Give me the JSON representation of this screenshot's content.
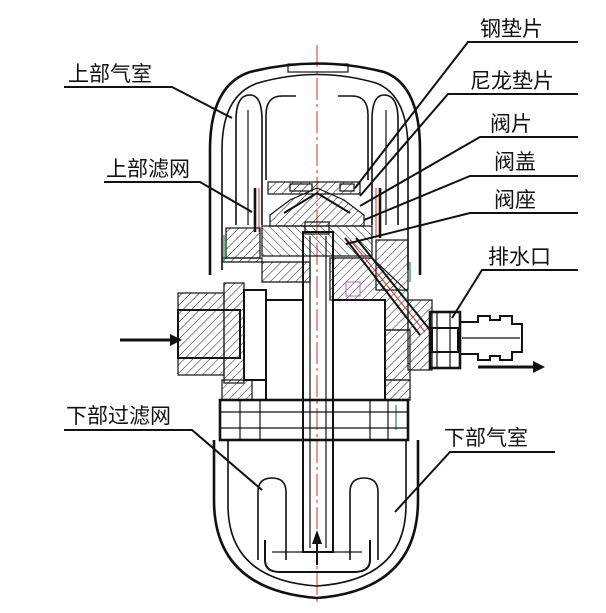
{
  "labels": {
    "upper_air_chamber": "上部气室",
    "upper_filter": "上部滤网",
    "steel_gasket": "钢垫片",
    "nylon_gasket": "尼龙垫片",
    "valve_disc": "阀片",
    "valve_cover": "阀盖",
    "valve_seat": "阀座",
    "drain_port": "排水口",
    "lower_filter": "下部过滤网",
    "lower_air_chamber": "下部气室"
  },
  "colors": {
    "line": "#111111",
    "centerline": "#d9301f",
    "accent_green": "#1d8f3a",
    "accent_purple": "#c060c0"
  }
}
